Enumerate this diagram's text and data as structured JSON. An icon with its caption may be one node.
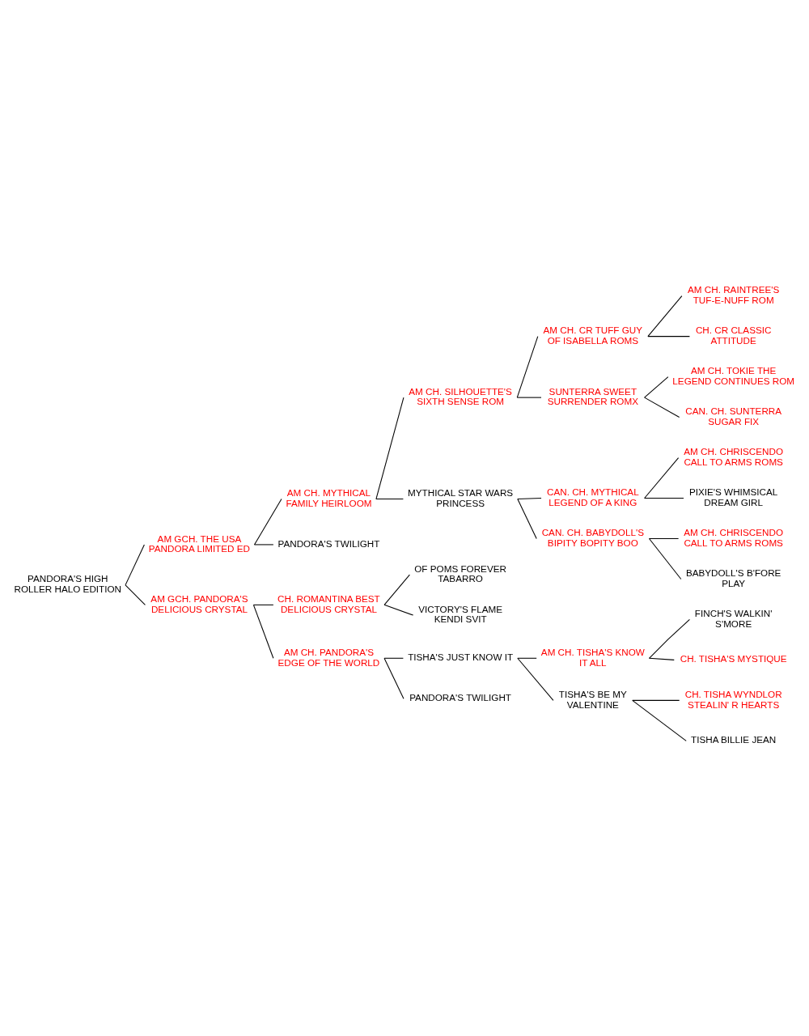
{
  "diagram": {
    "nodes": [
      {
        "text": [
          "AM CH. RAINTREE'S TUF-E-NUFF ROM"
        ]
      },
      {
        "text": [
          "AM CH. CR TUFF GUY OF ISABELLA ROMS"
        ]
      },
      {
        "text": [
          "CH. CR CLASSIC ATTITUDE"
        ]
      },
      {
        "text": [
          "AM CH. SILHOUETTE'S SIXTH SENSE ROM"
        ]
      },
      {
        "text": [
          "AM CH. TOKIE THE LEGEND CONTINUES ROM"
        ]
      },
      {
        "text": [
          "SUNTERRA SWEET SURRENDER ROMX"
        ]
      },
      {
        "text": [
          "CAN. CH. SUNTERRA SUGAR FIX"
        ]
      },
      {
        "text": [
          "AM CH. MYTHICAL FAMILY HEIRLOOM"
        ]
      },
      {
        "text": [
          "AM CH. CHRISCENDO CALL TO ARMS ROMS"
        ]
      },
      {
        "text": [
          "CAN. CH. MYTHICAL LEGEND OF A KING"
        ]
      },
      {
        "text": [
          "PIXIE'S WHIMSICAL DREAM GIRL"
        ]
      },
      {
        "text": [
          "MYTHICAL STAR WARS PRINCESS"
        ]
      },
      {
        "text": [
          "AM CH. CHRISCENDO CALL TO ARMS ROMS"
        ]
      },
      {
        "text": [
          "CAN. CH. BABYDOLL'S BIPITY BOPITY BOO"
        ]
      },
      {
        "text": [
          "BABYDOLL'S B'FORE PLAY"
        ]
      },
      {
        "text": [
          "AM GCH. THE USA PANDORA LIMITED ED"
        ]
      },
      {
        "text": [
          "PANDORA'S TWILIGHT"
        ]
      },
      {
        "text": [
          "PANDORA'S HIGH ROLLER HALO EDITION"
        ]
      },
      {
        "text": [
          "OF POMS FOREVER TABARRO"
        ]
      },
      {
        "text": [
          "CH. ROMANTINA BEST DELICIOUS CRYSTAL"
        ]
      },
      {
        "text": [
          "VICTORY'S FLAME KENDI SVIT"
        ]
      },
      {
        "text": [
          "AM GCH. PANDORA'S DELICIOUS CRYSTAL"
        ]
      },
      {
        "text": [
          "FINCH'S WALKIN' S'MORE"
        ]
      },
      {
        "text": [
          "AM CH. TISHA'S KNOW IT ALL"
        ]
      },
      {
        "text": [
          "CH. TISHA'S MYSTIQUE"
        ]
      },
      {
        "text": [
          "TISHA'S JUST KNOW IT"
        ]
      },
      {
        "text": [
          "CH. TISHA WYNDLOR STEALIN' R HEARTS"
        ]
      },
      {
        "text": [
          "TISHA'S BE MY VALENTINE"
        ]
      },
      {
        "text": [
          "TISHA BILLIE JEAN"
        ]
      },
      {
        "text": [
          "AM CH. PANDORA'S EDGE OF THE WORLD"
        ]
      },
      {
        "text": [
          "PANDORA'S TWILIGHT"
        ]
      }
    ],
    "edges": [
      {
        "from": 17,
        "to": 15,
        "arrow": "none"
      },
      {
        "from": 17,
        "to": 21,
        "arrow": "none"
      },
      {
        "from": 15,
        "to": 7,
        "arrow": "none"
      },
      {
        "from": 15,
        "to": 16,
        "arrow": "none"
      },
      {
        "from": 7,
        "to": 3,
        "arrow": "none"
      },
      {
        "from": 7,
        "to": 11,
        "arrow": "none"
      },
      {
        "from": 3,
        "to": 1,
        "arrow": "none"
      },
      {
        "from": 3,
        "to": 5,
        "arrow": "none"
      },
      {
        "from": 1,
        "to": 0,
        "arrow": "none"
      },
      {
        "from": 1,
        "to": 2,
        "arrow": "none"
      },
      {
        "from": 5,
        "to": 4,
        "arrow": "none"
      },
      {
        "from": 5,
        "to": 6,
        "arrow": "none"
      },
      {
        "from": 11,
        "to": 9,
        "arrow": "none"
      },
      {
        "from": 11,
        "to": 13,
        "arrow": "none"
      },
      {
        "from": 9,
        "to": 8,
        "arrow": "none"
      },
      {
        "from": 9,
        "to": 10,
        "arrow": "none"
      },
      {
        "from": 13,
        "to": 12,
        "arrow": "none"
      },
      {
        "from": 13,
        "to": 14,
        "arrow": "none"
      },
      {
        "from": 21,
        "to": 19,
        "arrow": "none"
      },
      {
        "from": 21,
        "to": 29,
        "arrow": "none"
      },
      {
        "from": 19,
        "to": 18,
        "arrow": "none"
      },
      {
        "from": 19,
        "to": 20,
        "arrow": "none"
      },
      {
        "from": 29,
        "to": 25,
        "arrow": "none"
      },
      {
        "from": 29,
        "to": 30,
        "arrow": "none"
      },
      {
        "from": 25,
        "to": 23,
        "arrow": "none"
      },
      {
        "from": 25,
        "to": 27,
        "arrow": "none"
      },
      {
        "from": 23,
        "to": 22,
        "arrow": "none"
      },
      {
        "from": 23,
        "to": 24,
        "arrow": "none"
      },
      {
        "from": 27,
        "to": 26,
        "arrow": "none"
      },
      {
        "from": 27,
        "to": 28,
        "arrow": "none"
      }
    ]
  }
}
